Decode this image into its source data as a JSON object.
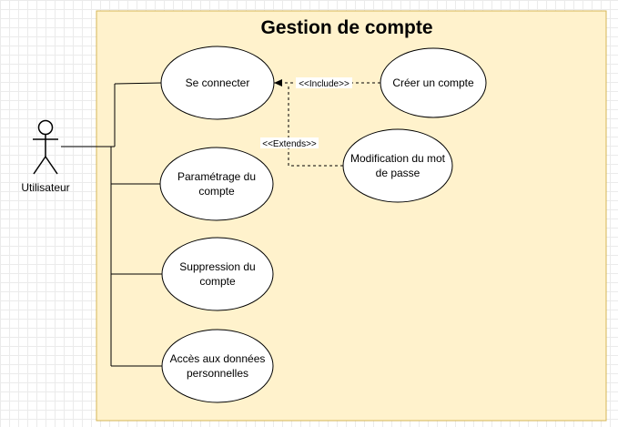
{
  "system": {
    "title": "Gestion de compte",
    "fill": "#fff2cc",
    "stroke": "#d6b656"
  },
  "actor": {
    "label": "Utilisateur"
  },
  "use_cases": {
    "se_connecter": [
      "Se connecter"
    ],
    "creer_compte": [
      "Créer un compte"
    ],
    "parametrage": [
      "Paramétrage du",
      "compte"
    ],
    "modification_mdp": [
      "Modification du mot",
      "de passe"
    ],
    "suppression": [
      "Suppression du",
      "compte"
    ],
    "acces_donnees": [
      "Accès aux données",
      "personnelles"
    ]
  },
  "relations": {
    "include_label": "<<Include>>",
    "extends_label": "<<Extends>>"
  }
}
